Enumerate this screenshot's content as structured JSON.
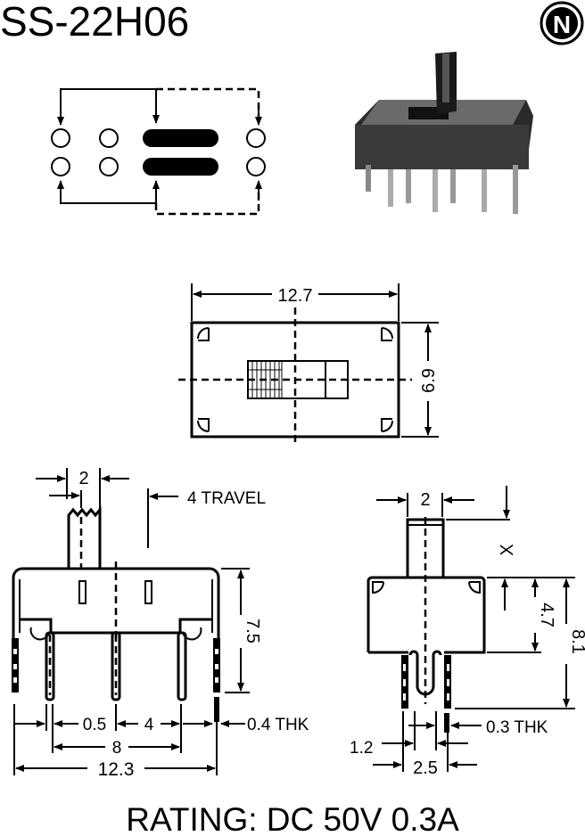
{
  "title": "SS-22H06",
  "logo_letter": "N",
  "top_view": {
    "width": "12.7",
    "height": "6.9"
  },
  "side_view": {
    "lever_width": "2",
    "travel": "4 TRAVEL",
    "height": "7.5",
    "pin_width": "0.5",
    "pin_pitch": "4",
    "pin_span": "8",
    "overall_width": "12.3",
    "thickness": "0.4 THK"
  },
  "end_view": {
    "lever_width": "2",
    "lever_height": "X",
    "body_height": "4.7",
    "overall_height": "8.1",
    "thickness": "0.3 THK",
    "pin_gap": "1.2",
    "pin_span": "2.5"
  },
  "rating": "RATING: DC 50V 0.3A"
}
